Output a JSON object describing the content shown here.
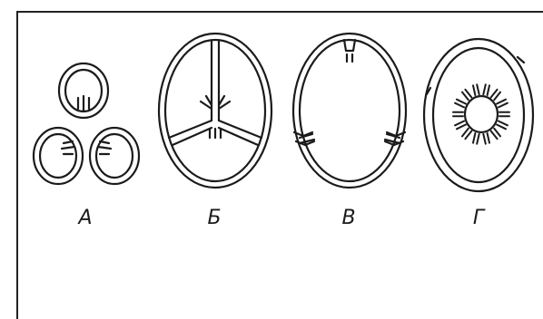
{
  "figure": {
    "labels": {
      "a": "А",
      "b": "Б",
      "c": "В",
      "d": "Г"
    }
  },
  "colors": {
    "ink": "#1b1b1b",
    "paper": "#ffffff"
  }
}
